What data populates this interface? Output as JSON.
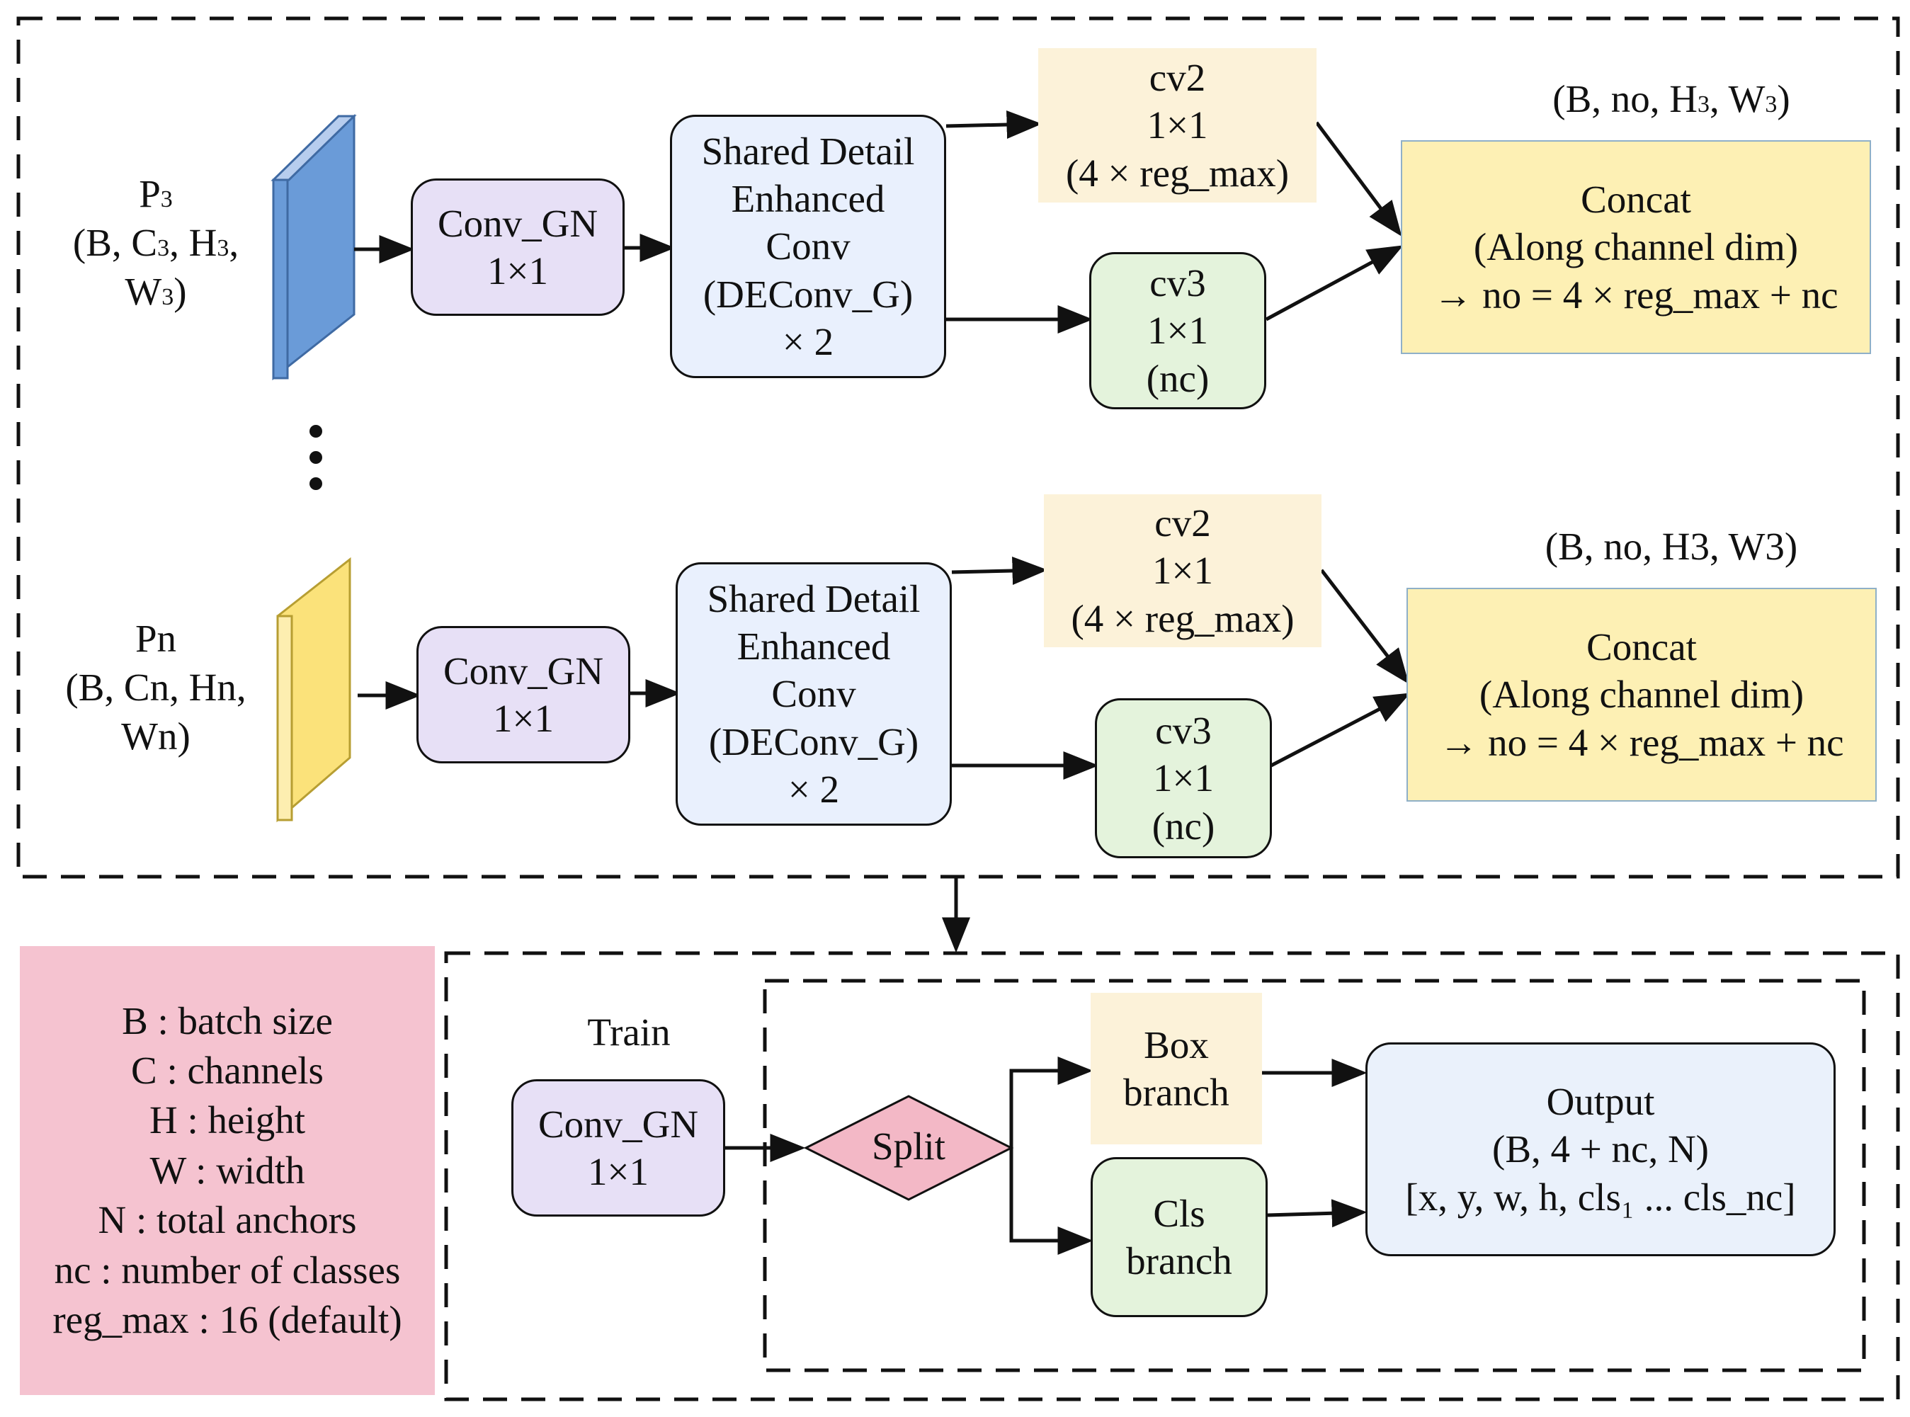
{
  "top": {
    "p3_input": {
      "name_lines": [
        "P",
        "(B, C",
        ", H",
        ","
      ],
      "lines": [
        "(B, C₃, H₃,",
        "W₃)"
      ],
      "name": "P₃",
      "subscripts": [
        "3",
        "3",
        "3",
        "3"
      ]
    },
    "pn_input": {
      "name": "Pn",
      "lines": [
        "(B, Cn, Hn,",
        "Wn)"
      ]
    },
    "conv_gn": {
      "lines": [
        "Conv_GN",
        "1×1"
      ]
    },
    "shared_detail": {
      "lines": [
        "Shared Detail",
        "Enhanced",
        "Conv",
        "(DEConv_G)",
        "× 2"
      ]
    },
    "cv2": {
      "lines": [
        "cv2",
        "1×1",
        "(4 × reg_max)"
      ]
    },
    "cv3": {
      "lines": [
        "cv3",
        "1×1",
        "(nc)"
      ]
    },
    "concat": {
      "lines": [
        "Concat",
        "(Along channel dim)",
        "→ no = 4 × reg_max + nc"
      ]
    },
    "output_shape_p3": "(B, no, H₃, W₃)",
    "output_shape_pn": "(B, no, H3, W3)",
    "ellipsis": "⋮"
  },
  "legend": {
    "items": [
      "B : batch size",
      "C : channels",
      "H : height",
      "W : width",
      "N : total anchors",
      "nc : number of classes",
      "reg_max : 16 (default)"
    ]
  },
  "bottom": {
    "train_label": "Train",
    "conv_gn": {
      "lines": [
        "Conv_GN",
        "1×1"
      ]
    },
    "split": "Split",
    "box_branch": {
      "lines": [
        "Box",
        "branch"
      ]
    },
    "cls_branch": {
      "lines": [
        "Cls",
        "branch"
      ]
    },
    "output": {
      "lines": [
        "Output",
        "(B, 4 + nc, N)",
        "[x, y, w, h, cls₁ ... cls_nc]"
      ]
    }
  },
  "colors": {
    "p3_slab": "#6a9bd8",
    "pn_slab": "#fbe27a",
    "conv_gn": "#e7e0f6",
    "shared_detail": "#e9f0fd",
    "cv2": "#fcf2d9",
    "cv3": "#e4f3dc",
    "concat": "#fdf0b4",
    "legend": "#f5c3d0",
    "split": "#f3b8c6"
  }
}
